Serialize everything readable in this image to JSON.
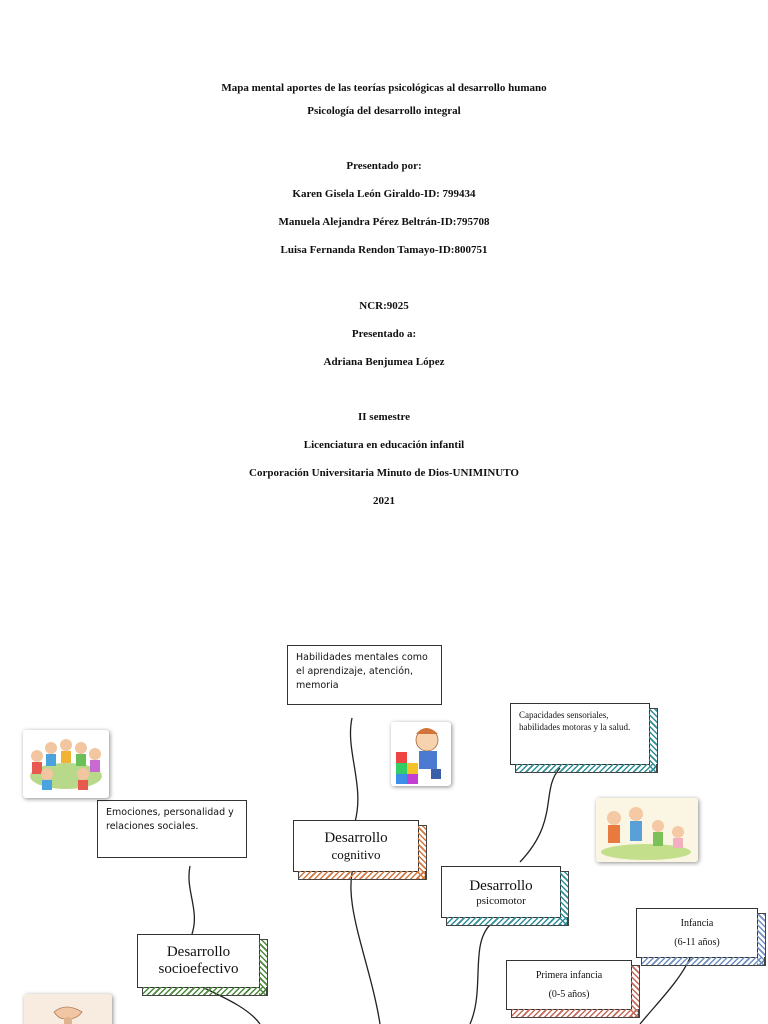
{
  "cover": {
    "title": "Mapa mental aportes de las teorías psicológicas al desarrollo humano",
    "subtitle": "Psicología del desarrollo integral",
    "presented_by_label": "Presentado por:",
    "authors": [
      "Karen Gisela León Giraldo-ID: 799434",
      "Manuela Alejandra Pérez Beltrán-ID:795708",
      "Luisa Fernanda Rendon Tamayo-ID:800751"
    ],
    "ncr": "NCR:9025",
    "presented_to_label": "Presentado a:",
    "teacher": "Adriana Benjumea López",
    "semester": "II semestre",
    "program": "Licenciatura en educación infantil",
    "institution": "Corporación Universitaria Minuto de Dios-UNIMINUTO",
    "year": "2021"
  },
  "mindmap": {
    "cognitive_note": "Habilidades mentales como el aprendizaje, atención, memoria",
    "cognitive_title_1": "Desarrollo",
    "cognitive_title_2": "cognitivo",
    "socio_note": "Emociones, personalidad y relaciones sociales.",
    "socio_title_1": "Desarrollo",
    "socio_title_2": "socioefectivo",
    "psycho_note": "Capacidades sensoriales, habilidades motoras y la salud.",
    "psycho_title_1": "Desarrollo",
    "psycho_title_2": "psicomotor",
    "infancia_label": "Infancia",
    "infancia_range": "(6-11 años)",
    "primera_label": "Primera infancia",
    "primera_range": "(0-5 años)"
  },
  "colors": {
    "orange": "#d2773d",
    "green": "#4b8a3a",
    "teal": "#2f8f96",
    "blue": "#6f8fc0"
  }
}
